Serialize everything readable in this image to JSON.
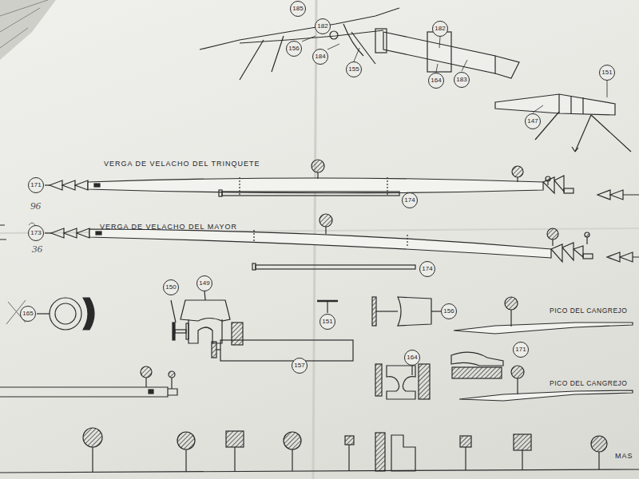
{
  "diagram": {
    "labels": [
      "185",
      "182",
      "156",
      "184",
      "155",
      "182",
      "164",
      "183",
      "147",
      "151",
      "VERGA DE VELACHO DEL TRINQUETE",
      "171",
      "96",
      "174",
      "VERGA DE VELACHO DEL MAYOR",
      "173",
      "36",
      "174",
      "165",
      "150",
      "149",
      "151",
      "156",
      "PICO DEL CANGREJO",
      "157",
      "164",
      "171",
      "PICO DEL CANGREJO",
      "MAS"
    ]
  }
}
